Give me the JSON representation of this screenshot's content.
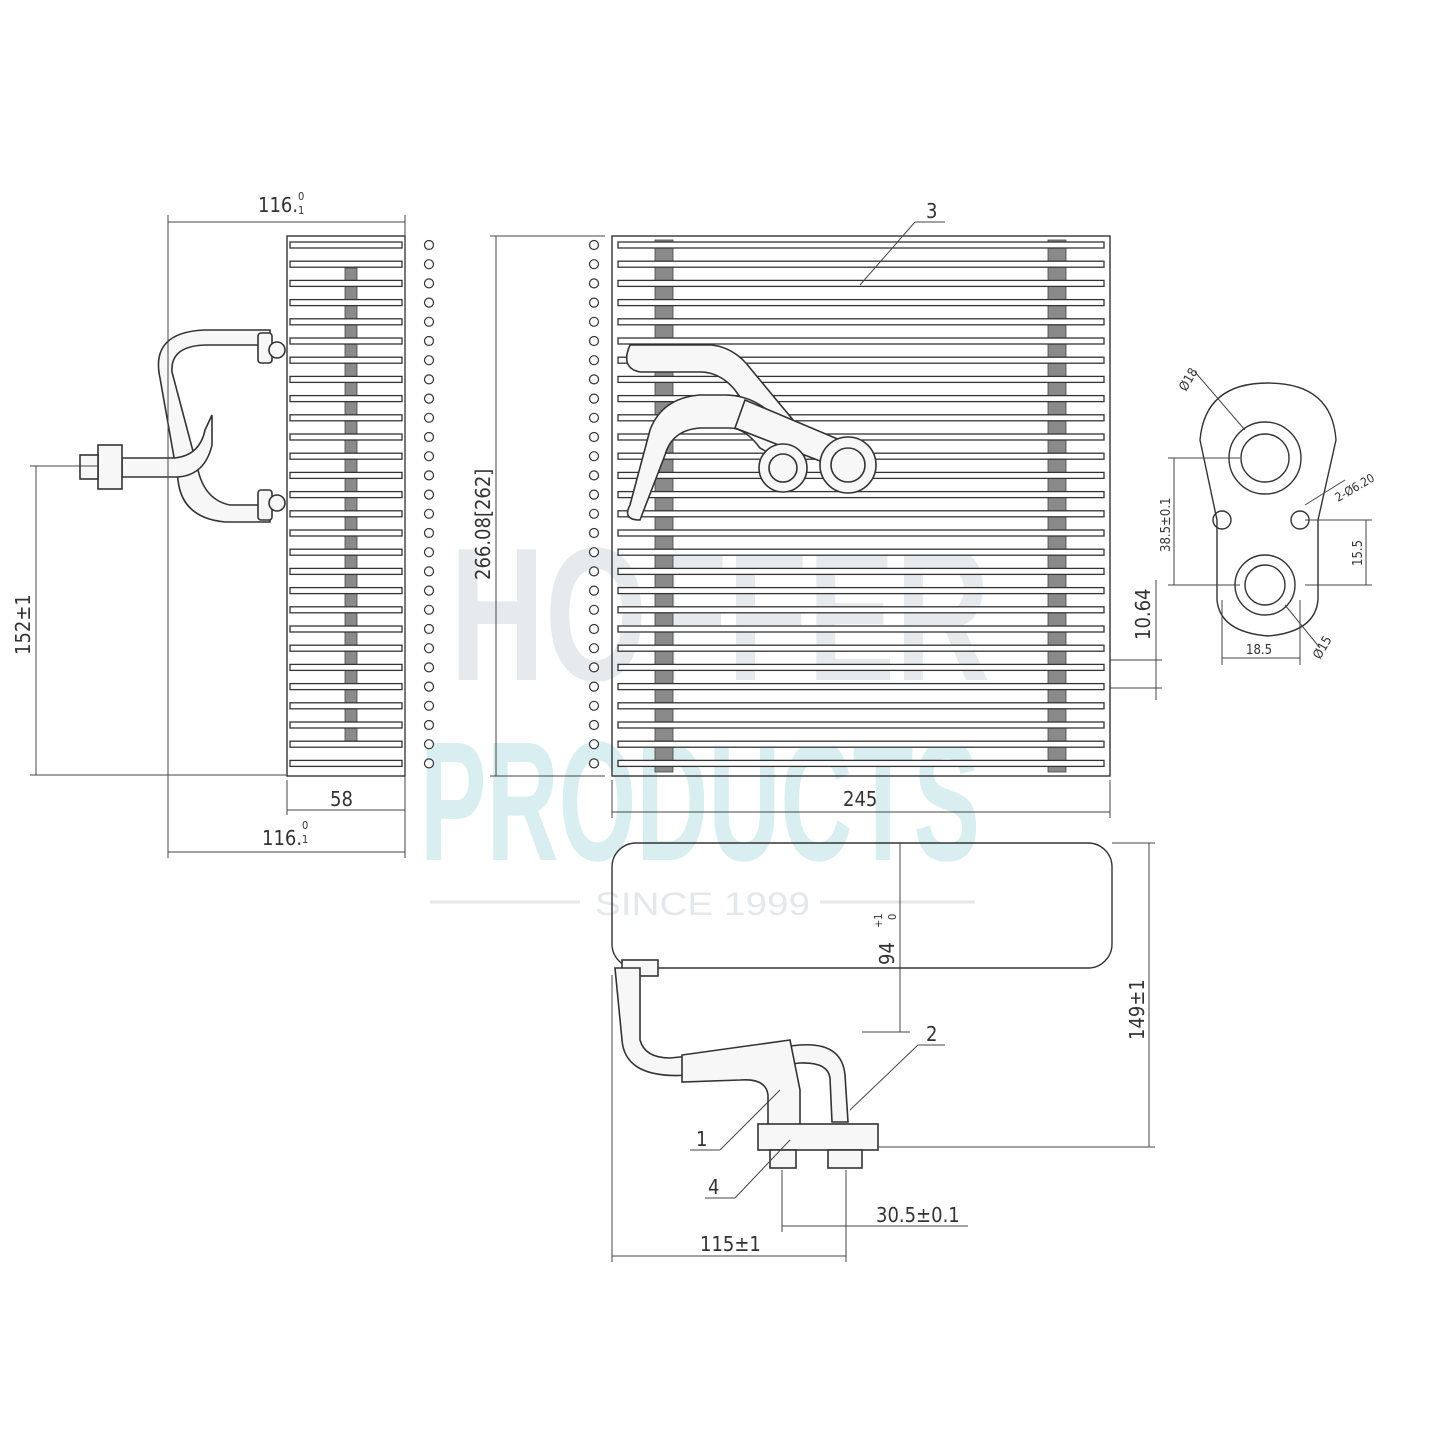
{
  "watermark": {
    "brand_top": "HOFFER",
    "brand_bottom": "PRODUCTS",
    "tagline": "SINCE 1999"
  },
  "dimensions": {
    "side_width_top": "116.",
    "side_width_top_tol_upper": "0",
    "side_width_top_tol_lower": "1",
    "side_depth": "58",
    "side_width_bottom": "116.",
    "side_width_bottom_tol_upper": "0",
    "side_width_bottom_tol_lower": "1",
    "pipe_height": "152±1",
    "core_height": "266.08[262]",
    "core_width": "245",
    "fin_pitch": "10.64",
    "top_view_depth": "94",
    "top_view_depth_tol_upper": "+1",
    "top_view_depth_tol_lower": "0",
    "overall_depth": "149±1",
    "pipe_spacing": "30.5±0.1",
    "pipe_offset": "115±1"
  },
  "flange_detail": {
    "top_port_dia": "Ø18",
    "bottom_port_dia": "Ø15",
    "bolt_holes": "2-Ø6.20",
    "port_spacing": "38.5±0.1",
    "hole_offset": "15.5",
    "flange_width": "18.5"
  },
  "callouts": [
    "1",
    "2",
    "3",
    "4"
  ]
}
